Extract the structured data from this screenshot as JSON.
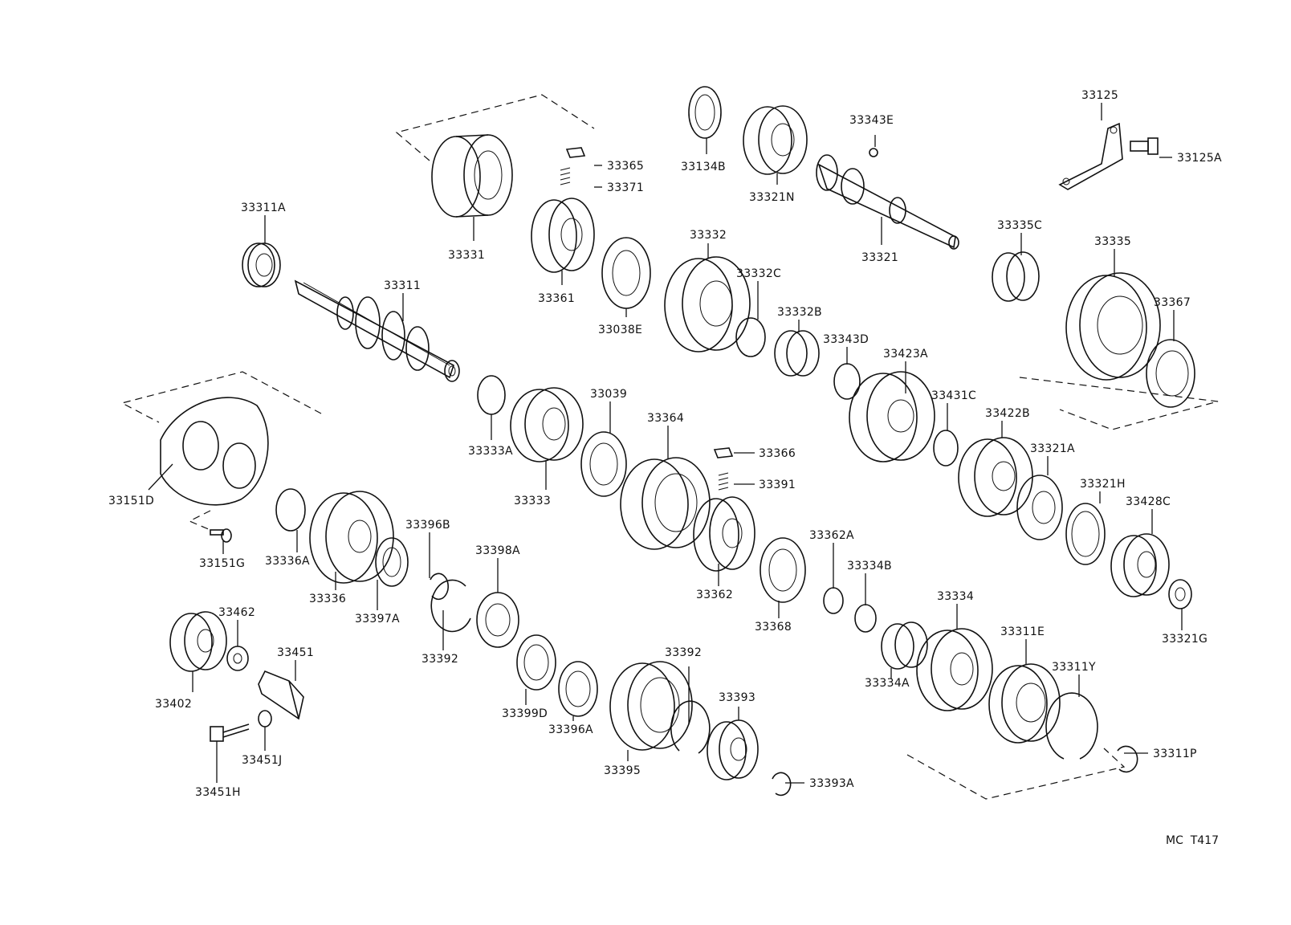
{
  "diagram_ref": "MC  T417",
  "colors": {
    "line": "#111111",
    "background": "#ffffff"
  },
  "parts": [
    "33311A",
    "33311",
    "33331",
    "33365",
    "33371",
    "33361",
    "33038E",
    "33134B",
    "33321N",
    "33343E",
    "33321",
    "33125",
    "33125A",
    "33332",
    "33332C",
    "33332B",
    "33343D",
    "33335C",
    "33335",
    "33367",
    "33333A",
    "33333",
    "33039",
    "33364",
    "33366",
    "33391",
    "33423A",
    "33431C",
    "33422B",
    "33321A",
    "33321H",
    "33428C",
    "33321G",
    "33151D",
    "33151G",
    "33336A",
    "33336",
    "33396B",
    "33397A",
    "33392",
    "33398A",
    "33362",
    "33368",
    "33362A",
    "33334B",
    "33334A",
    "33334",
    "33311E",
    "33311Y",
    "33311P",
    "33402",
    "33462",
    "33451",
    "33451J",
    "33451H",
    "33399D",
    "33396A",
    "33395",
    "33392",
    "33393",
    "33393A"
  ]
}
